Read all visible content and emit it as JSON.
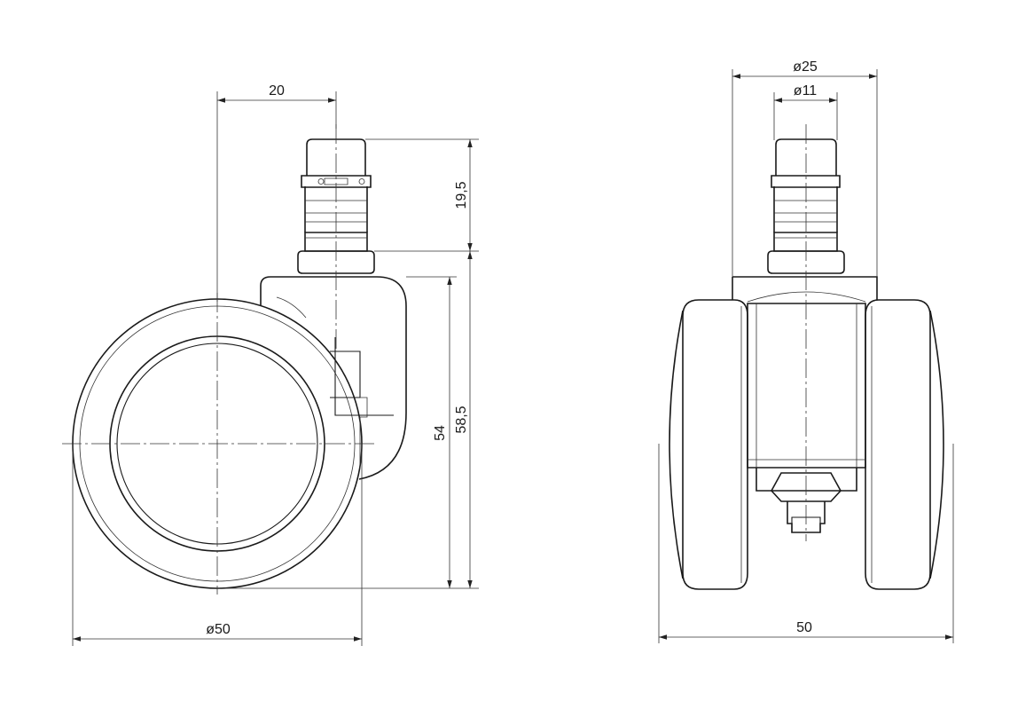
{
  "dimensions": {
    "side": {
      "offset": "20",
      "stem_height": "19,5",
      "body_height": "54",
      "total_height": "58,5",
      "wheel_diameter": "ø50"
    },
    "front": {
      "outer_diameter": "ø25",
      "stem_diameter": "ø11",
      "width": "50"
    }
  },
  "colors": {
    "line": "#1a1a1a",
    "background": "#ffffff"
  }
}
